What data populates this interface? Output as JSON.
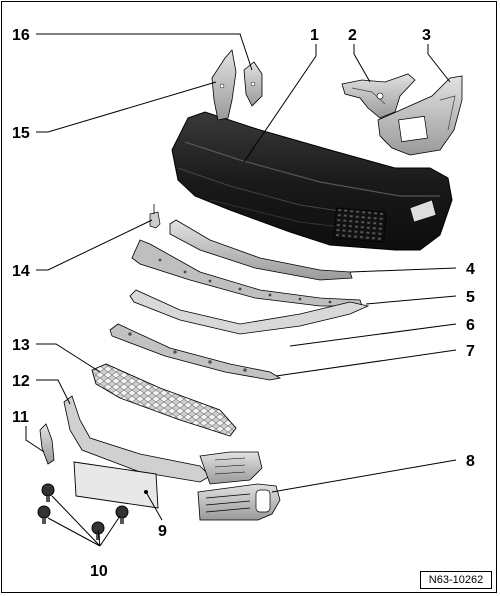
{
  "diagram": {
    "reference_code": "N63-10262",
    "callouts": [
      {
        "id": "1",
        "label": "1"
      },
      {
        "id": "2",
        "label": "2"
      },
      {
        "id": "3",
        "label": "3"
      },
      {
        "id": "4",
        "label": "4"
      },
      {
        "id": "5",
        "label": "5"
      },
      {
        "id": "6",
        "label": "6"
      },
      {
        "id": "7",
        "label": "7"
      },
      {
        "id": "8",
        "label": "8"
      },
      {
        "id": "9",
        "label": "9"
      },
      {
        "id": "10",
        "label": "10"
      },
      {
        "id": "11",
        "label": "11"
      },
      {
        "id": "12",
        "label": "12"
      },
      {
        "id": "13",
        "label": "13"
      },
      {
        "id": "14",
        "label": "14"
      },
      {
        "id": "15",
        "label": "15"
      },
      {
        "id": "16",
        "label": "16"
      }
    ]
  }
}
